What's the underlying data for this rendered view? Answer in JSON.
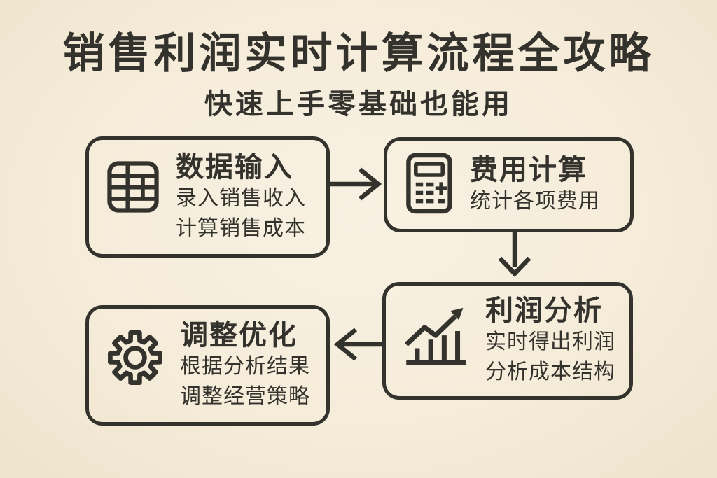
{
  "header": {
    "title": "销售利润实时计算流程全攻略",
    "subtitle": "快速上手零基础也能用"
  },
  "colors": {
    "background": "#f5ecda",
    "line": "#34322c",
    "text": "#34322c"
  },
  "steps": [
    {
      "id": "data-input",
      "icon": "table-grid-icon",
      "title": "数据输入",
      "lines": [
        "录入销售收入",
        "计算销售成本"
      ]
    },
    {
      "id": "expense-calc",
      "icon": "calculator-icon",
      "title": "费用计算",
      "lines": [
        "统计各项费用"
      ]
    },
    {
      "id": "profit-analysis",
      "icon": "trend-chart-icon",
      "title": "利润分析",
      "lines": [
        "实时得出利润",
        "分析成本结构"
      ]
    },
    {
      "id": "adjust-optimize",
      "icon": "gear-icon",
      "title": "调整优化",
      "lines": [
        "根据分析结果",
        "调整经营策略"
      ]
    }
  ],
  "connections": [
    {
      "from": "数据输入",
      "to": "费用计算",
      "direction": "right"
    },
    {
      "from": "费用计算",
      "to": "利润分析",
      "direction": "down"
    },
    {
      "from": "利润分析",
      "to": "调整优化",
      "direction": "left"
    }
  ]
}
